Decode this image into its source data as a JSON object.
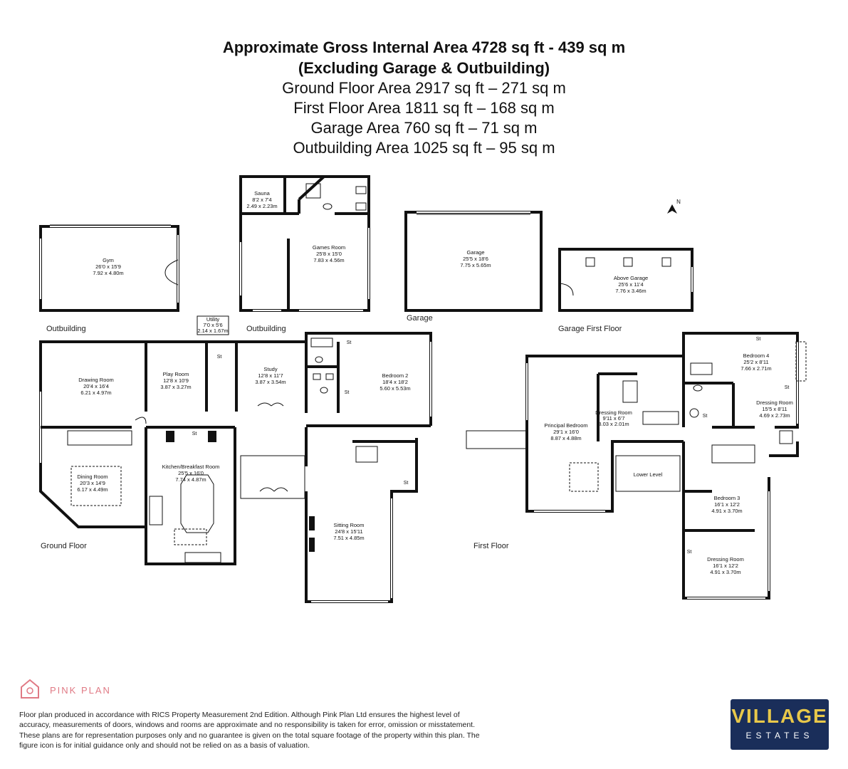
{
  "header": {
    "line1": "Approximate Gross Internal Area 4728 sq ft - 439 sq m",
    "line2": "(Excluding Garage & Outbuilding)",
    "line3": "Ground Floor Area 2917 sq ft – 271 sq m",
    "line4": "First Floor Area 1811 sq ft – 168 sq m",
    "line5": "Garage Area 760 sq ft – 71 sq m",
    "line6": "Outbuilding Area 1025 sq ft – 95 sq m"
  },
  "section_labels": {
    "outbuilding_left": "Outbuilding",
    "outbuilding_right": "Outbuilding",
    "garage": "Garage",
    "garage_first_floor": "Garage First Floor",
    "ground_floor": "Ground Floor",
    "first_floor": "First Floor",
    "lower_level": "Lower Level"
  },
  "compass": {
    "label": "N"
  },
  "rooms": {
    "gym": {
      "name": "Gym",
      "imperial": "26'0 x 15'9",
      "metric": "7.92 x 4.80m"
    },
    "sauna": {
      "name": "Sauna",
      "imperial": "8'2 x 7'4",
      "metric": "2.49 x 2.23m"
    },
    "games_room": {
      "name": "Games Room",
      "imperial": "25'8 x 15'0",
      "metric": "7.83 x 4.56m"
    },
    "garage": {
      "name": "Garage",
      "imperial": "25'5 x 18'6",
      "metric": "7.75 x 5.65m"
    },
    "above_garage": {
      "name": "Above Garage",
      "imperial": "25'6 x 11'4",
      "metric": "7.76 x 3.46m"
    },
    "utility": {
      "name": "Utility",
      "imperial": "7'0 x 5'6",
      "metric": "2.14 x 1.67m"
    },
    "drawing_room": {
      "name": "Drawing Room",
      "imperial": "20'4 x 16'4",
      "metric": "6.21 x 4.97m"
    },
    "play_room": {
      "name": "Play Room",
      "imperial": "12'8 x 10'9",
      "metric": "3.87 x 3.27m"
    },
    "study": {
      "name": "Study",
      "imperial": "12'8 x 11'7",
      "metric": "3.87 x 3.54m"
    },
    "bedroom2": {
      "name": "Bedroom 2",
      "imperial": "18'4 x 18'2",
      "metric": "5.60 x 5.53m"
    },
    "kitchen": {
      "name": "Kitchen/Breakfast Room",
      "imperial": "25'5 x 16'0",
      "metric": "7.74 x 4.87m"
    },
    "dining_room": {
      "name": "Dining Room",
      "imperial": "20'3 x 14'9",
      "metric": "6.17 x 4.49m"
    },
    "sitting_room": {
      "name": "Sitting Room",
      "imperial": "24'8 x 15'11",
      "metric": "7.51 x 4.85m"
    },
    "principal_bedroom": {
      "name": "Principal Bedroom",
      "imperial": "29'1 x 16'0",
      "metric": "8.87 x 4.88m"
    },
    "dressing_room_1": {
      "name": "Dressing Room",
      "imperial": "9'11 x 6'7",
      "metric": "3.03 x 2.01m"
    },
    "bedroom4": {
      "name": "Bedroom 4",
      "imperial": "25'2 x 8'11",
      "metric": "7.66 x 2.71m"
    },
    "dressing_room_2": {
      "name": "Dressing Room",
      "imperial": "15'5 x 8'11",
      "metric": "4.69 x 2.73m"
    },
    "bedroom3": {
      "name": "Bedroom 3",
      "imperial": "16'1 x 12'2",
      "metric": "4.91 x 3.70m"
    },
    "dressing_room_3": {
      "name": "Dressing Room",
      "imperial": "16'1 x 12'2",
      "metric": "4.91 x 3.70m"
    }
  },
  "storage_label": "St",
  "footer": {
    "brand": "PINK PLAN",
    "disclaimer": "Floor plan produced in accordance with RICS Property Measurement 2nd Edition. Although Pink Plan Ltd ensures the highest level of accuracy, measurements of doors, windows and rooms are approximate and no responsibility is taken for error, omission or misstatement. These plans are for representation purposes only and no guarantee is given on the total square footage of the property within this plan. The figure icon is for initial guidance only and should not be relied on as a basis of valuation.",
    "agent_logo_top": "VILLAGE",
    "agent_logo_bottom": "ESTATES"
  },
  "colors": {
    "wall": "#111111",
    "brand_pink": "#e07a85",
    "agent_navy": "#1a2e5a",
    "agent_gold": "#e8c84a"
  }
}
